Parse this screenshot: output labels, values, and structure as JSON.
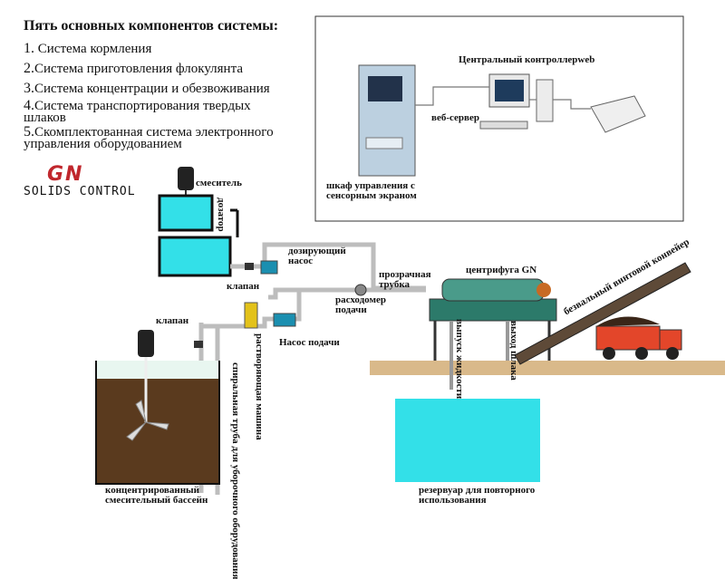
{
  "title": "Пять основных компонентов системы:",
  "components": [
    {
      "num": "1.",
      "text": "Система кормления"
    },
    {
      "num": "2.",
      "text": "Система приготовления флокулянта"
    },
    {
      "num": "3.",
      "text": "Система концентрации и обезвоживания"
    },
    {
      "num": "4.",
      "text": "Система транспортирования твердых шлаков"
    },
    {
      "num": "5.",
      "text": "Скомплектованная система электронного управления оборудованием"
    }
  ],
  "logo": {
    "brand": "GN",
    "subtitle": "SOLIDS CONTROL"
  },
  "labels": {
    "central_controller": "Центральный контроллерweb",
    "web_server": "веб-сервер",
    "control_cabinet": "шкаф управления с сенсорным экраном",
    "mixer": "смеситель",
    "dosing": "дозатор",
    "valve_top": "клапан",
    "dosing_pump": "дозирующий насос",
    "clear_pipe": "прозрачная трубка",
    "flowmeter": "расходомер подачи",
    "centrifuge": "центрифуга GN",
    "screw_conveyor": "безвальный винтовой конвейер",
    "valve_left": "клапан",
    "dissolve_machine": "растворяющая машина",
    "feed_pump": "Насос подачи",
    "liquid_outlet": "выпуск жидкости",
    "sludge_outlet": "выход шлака",
    "spiral_pipe": "спиральная труба для уборочного оборудования",
    "mixing_tank": "концентрированный смесительный бассейн",
    "reservoir": "резервуар для повторного использования"
  },
  "colors": {
    "water": "#33e0e8",
    "sludge": "#5a3a1e",
    "pipe": "#c8c8c8",
    "brand": "#c0272d",
    "ground": "#d9b98a"
  }
}
